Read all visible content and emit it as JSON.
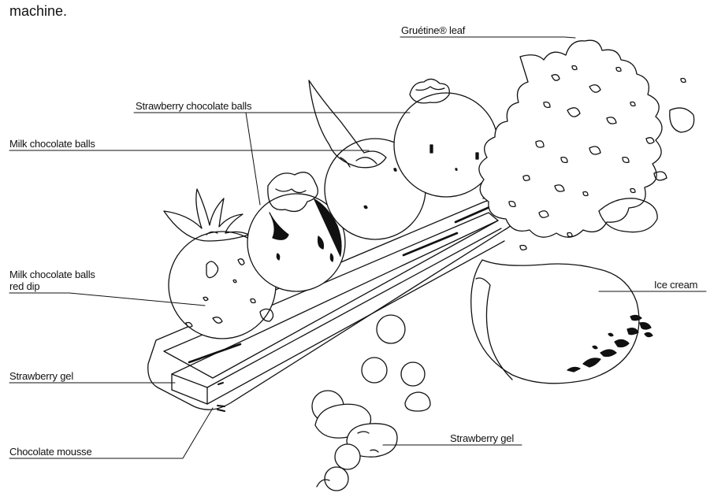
{
  "page": {
    "intro_fragment": "machine."
  },
  "labels": {
    "gruetine_leaf": "Gruétine® leaf",
    "strawberry_chocolate_balls": "Strawberry chocolate balls",
    "milk_chocolate_balls": "Milk chocolate balls",
    "milk_chocolate_balls_red_dip_line1": "Milk chocolate balls",
    "milk_chocolate_balls_red_dip_line2": "red dip",
    "ice_cream": "Ice cream",
    "strawberry_gel_left": "Strawberry gel",
    "chocolate_mousse": "Chocolate mousse",
    "strawberry_gel_right": "Strawberry gel"
  },
  "style": {
    "line_color": "#111111",
    "background": "#ffffff"
  }
}
